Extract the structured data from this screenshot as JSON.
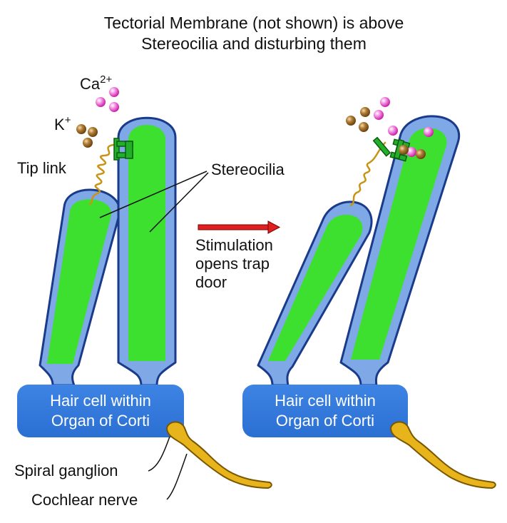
{
  "title": {
    "line1": "Tectorial Membrane (not shown) is above",
    "line2": "Stereocilia and disturbing them"
  },
  "labels": {
    "ca_base": "Ca",
    "ca_sup": "2+",
    "k_base": "K",
    "k_sup": "+",
    "tip_link": "Tip link",
    "stereocilia": "Stereocilia",
    "stimulation_line1": "Stimulation",
    "stimulation_line2": "opens trap",
    "stimulation_line3": "door",
    "hair_cell_line1": "Hair cell within",
    "hair_cell_line2": "Organ of Corti",
    "spiral_ganglion": "Spiral ganglion",
    "cochlear_nerve": "Cochlear nerve"
  },
  "colors": {
    "cilium_outer": "#7fa8e6",
    "cilium_outline": "#1a3a8a",
    "cilium_inner": "#3ee02f",
    "cell_body": "#3f86e6",
    "ca_ion": "#ee44cc",
    "k_ion": "#9a6a24",
    "nerve": "#e8b41c",
    "channel": "#22b02a",
    "arrow": "#e02020"
  }
}
